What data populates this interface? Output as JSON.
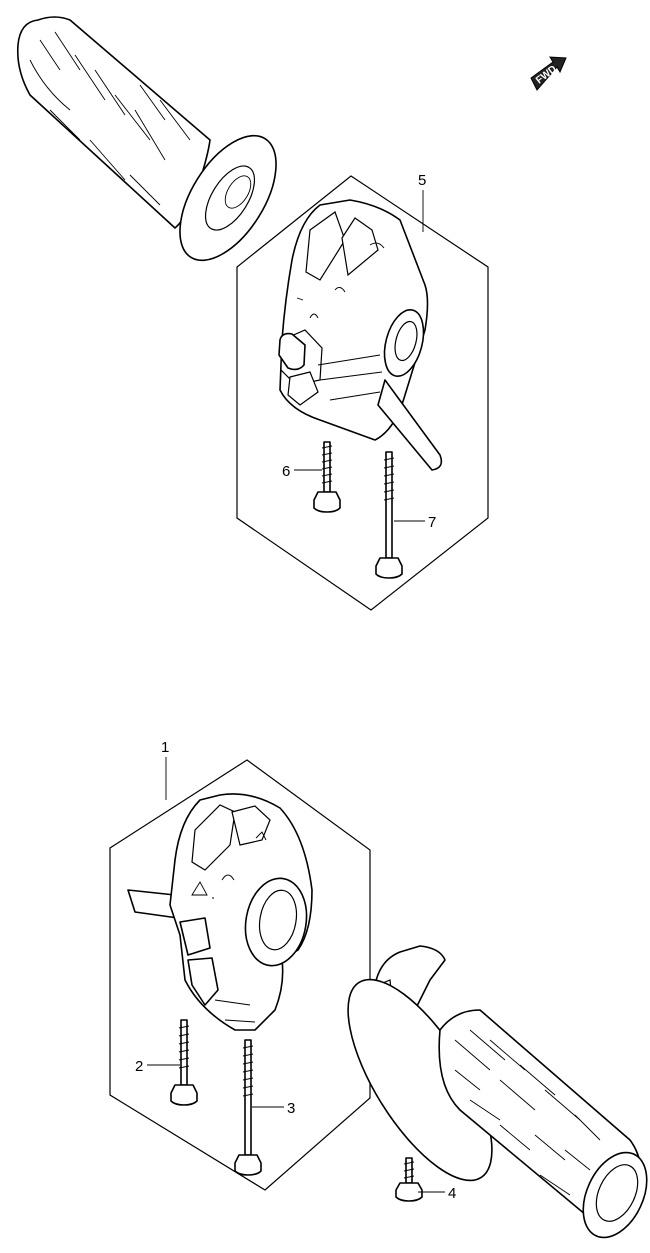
{
  "fwd_label": "FWD",
  "callouts": {
    "c1": "1",
    "c2": "2",
    "c3": "3",
    "c4": "4",
    "c5": "5",
    "c6": "6",
    "c7": "7"
  }
}
